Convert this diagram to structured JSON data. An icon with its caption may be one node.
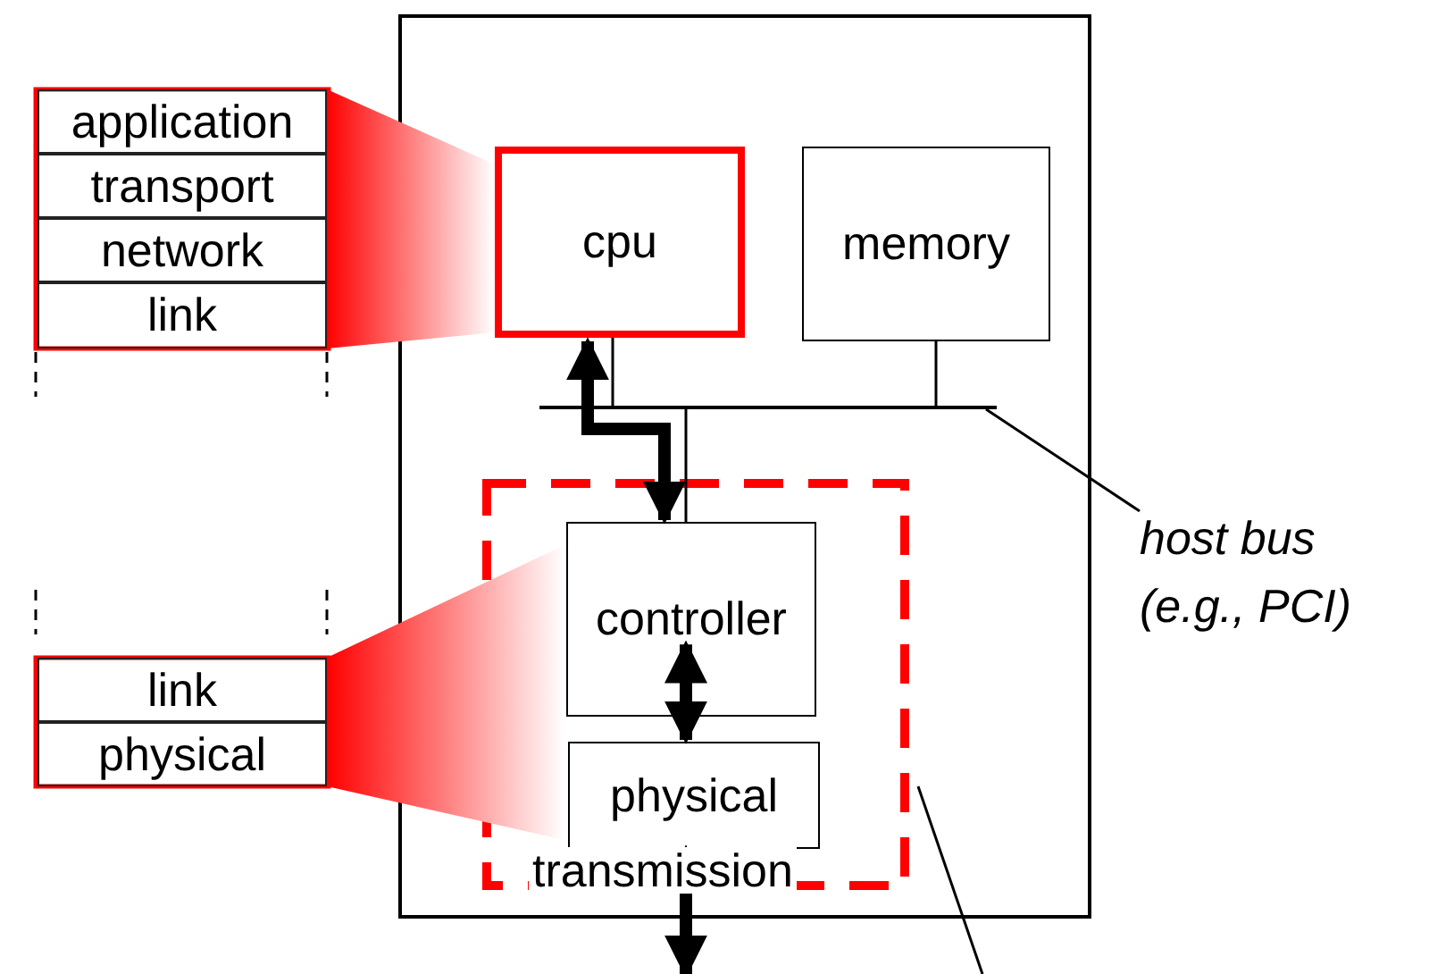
{
  "diagram": {
    "nodes": [
      {
        "text": [],
        "shape": "box"
      },
      {
        "text": [
          "cpu"
        ],
        "in": 0
      },
      {
        "text": [
          "memory"
        ],
        "in": 0
      },
      {
        "text": [],
        "shape": "box",
        "in": 0
      },
      {
        "text": [
          "controller"
        ],
        "in": 3
      },
      {
        "text": [
          "physical"
        ],
        "in": 3
      },
      {
        "text": [
          "application"
        ]
      },
      {
        "text": [
          "transport"
        ]
      },
      {
        "text": [
          "network"
        ]
      },
      {
        "text": [
          "link"
        ]
      },
      {
        "text": [
          "link"
        ]
      },
      {
        "text": [
          "physical"
        ]
      },
      {
        "text": [],
        "shape": "bar",
        "in": 0
      },
      {
        "text": [
          "host bus (e.g., PCI)"
        ]
      },
      {
        "text": [],
        "shape": "trapezoid"
      },
      {
        "text": [],
        "shape": "trapezoid"
      }
    ],
    "edges": [
      {
        "from": 1,
        "to": 12,
        "arrow": "none"
      },
      {
        "from": 2,
        "to": 12,
        "arrow": "none"
      },
      {
        "from": 12,
        "to": 4,
        "arrow": "none"
      },
      {
        "from": 1,
        "to": 4,
        "arrow": "both",
        "style": "thick"
      },
      {
        "from": 4,
        "to": 5,
        "arrow": "both",
        "style": "thick"
      },
      {
        "from": 5,
        "to": null,
        "arrow": "both",
        "style": "thick"
      },
      {
        "from": 13,
        "to": 12,
        "arrow": "none"
      },
      {
        "from": 3,
        "to": null,
        "arrow": "none"
      }
    ],
    "labels": [
      "transmission"
    ]
  }
}
